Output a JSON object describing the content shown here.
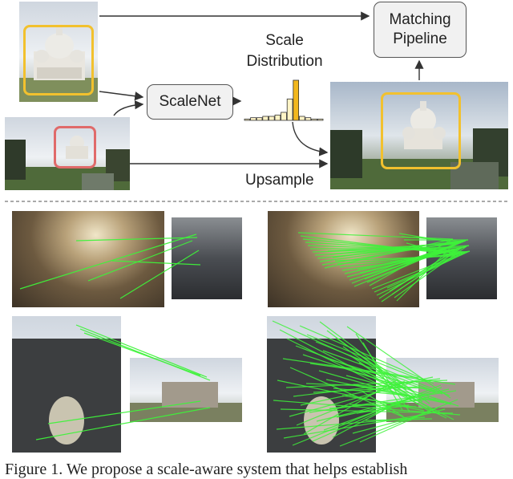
{
  "diagram": {
    "matching_pipeline": "Matching\nPipeline",
    "scalenet": "ScaleNet",
    "scale_distribution": "Scale\nDistribution",
    "upsample": "Upsample",
    "highlight_colors": {
      "yellow": "#f2c12e",
      "red": "#e06a6a"
    },
    "histogram_bars": [
      1,
      2,
      2,
      3,
      3,
      4,
      6,
      16,
      30,
      3,
      2,
      1,
      1
    ],
    "histogram_peak_index": 8,
    "histogram_colors": {
      "normal": "#fff4c6",
      "peak": "#f2b71d"
    }
  },
  "matches": {
    "line_color": "#3ef23a"
  },
  "caption": "Figure 1.  We propose a scale-aware system that helps establish"
}
